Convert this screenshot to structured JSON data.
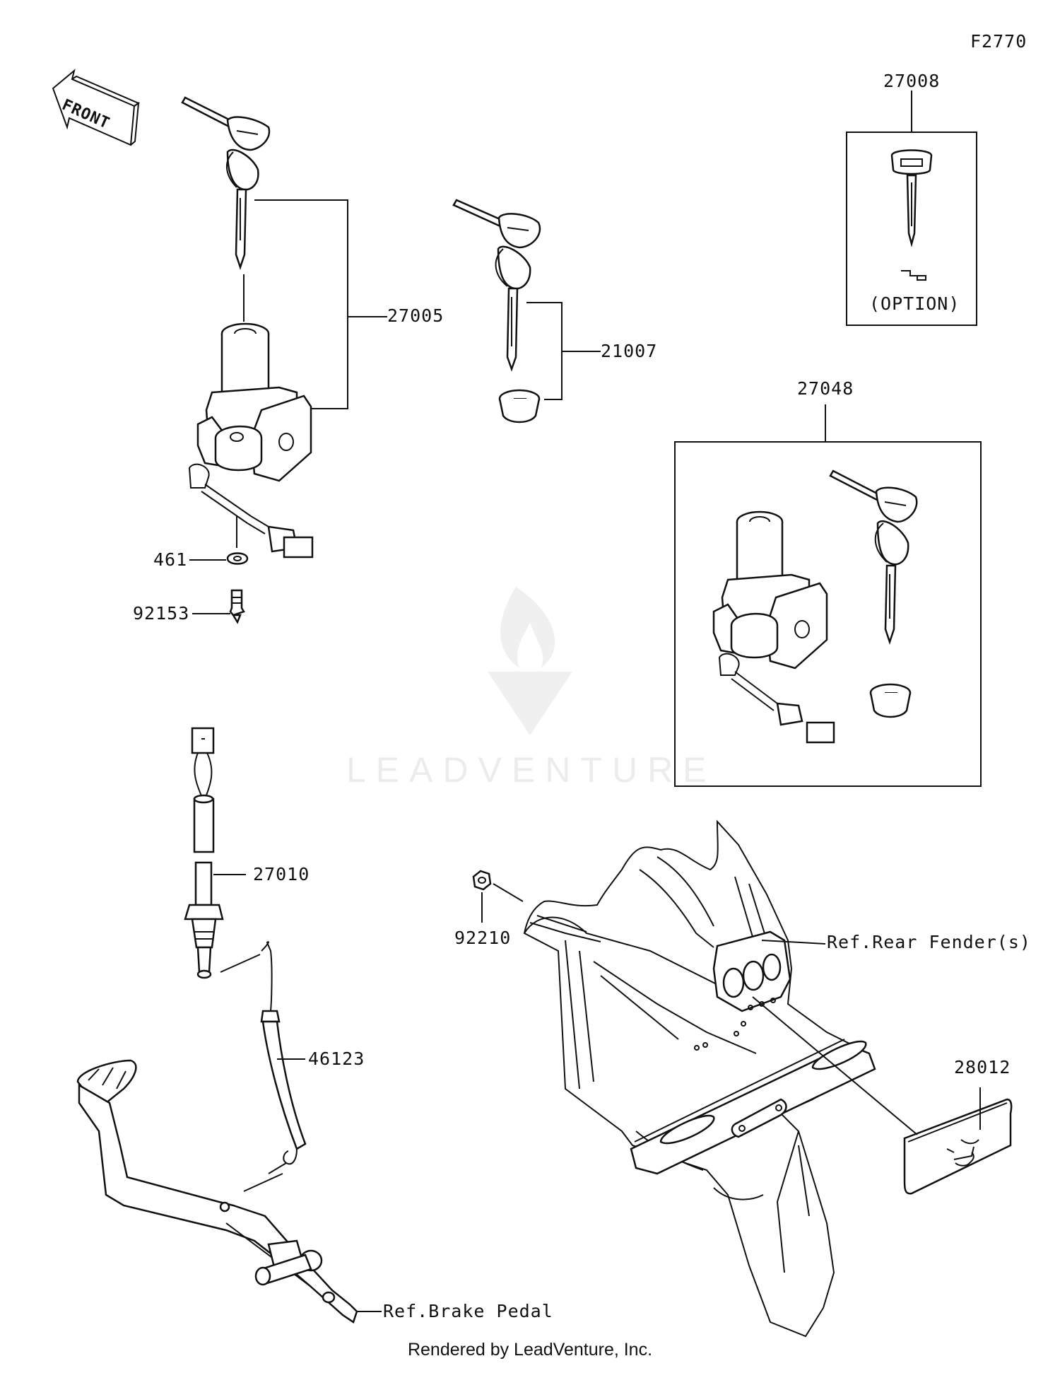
{
  "diagram_code": "F2770",
  "front_label": "FRONT",
  "watermark": "LEADVENTURE",
  "footer": "Rendered by LeadVenture, Inc.",
  "parts": {
    "p27008": "27008",
    "p27005": "27005",
    "p21007": "21007",
    "p27048": "27048",
    "p461": "461",
    "p92153": "92153",
    "p27010": "27010",
    "p92210": "92210",
    "p46123": "46123",
    "p28012": "28012"
  },
  "option_label": "(OPTION)",
  "refs": {
    "rear_fender": "Ref.Rear Fender(s)",
    "brake_pedal": "Ref.Brake Pedal"
  }
}
